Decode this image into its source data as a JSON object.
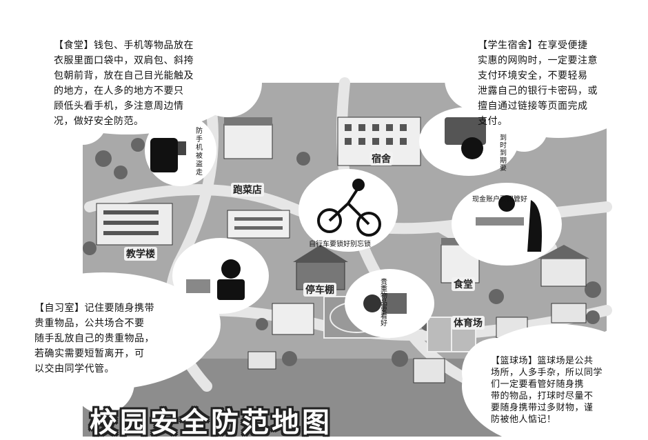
{
  "title": "校园安全防范地图",
  "tips": {
    "canteen": "【食堂】钱包、手机等物品放在衣服里面口袋中，双肩包、斜挎包朝前背，放在自己目光能触及的地方，在人多的地方不要只顾低头看手机，多注意周边情况，做好安全防范。",
    "dorm": "【学生宿舍】在享受便捷实惠的网购时，一定要注意支付环境安全，不要轻易泄露自己的银行卡密码，或擅自通过链接等页面完成支付。",
    "study_room": "【自习室】记住要随身携带贵重物品，公共场合不要随手乱放自己的贵重物品，若确实需要短暂离开，可以交由同学代管。",
    "court": "【篮球场】篮球场是公共场所，人多手杂，所以同学们一定要看管好随身携带的物品，打球时尽量不要随身携带过多财物，谨防被他人惦记！"
  },
  "tip_lines": {
    "canteen": [
      "【食堂】钱包、手机等物品放在",
      "衣服里面口袋中，双肩包、斜挎",
      "包朝前背，放在自己目光能触及",
      "的地方，在人多的地方不要只",
      "顾低头看手机，多注意周边情",
      "况，做好安全防范。"
    ],
    "dorm": [
      "【学生宿舍】在享受便捷",
      "实惠的网购时，一定要注意",
      "支付环境安全，不要轻易",
      "泄露自己的银行卡密码，或",
      "擅自通过链接等页面完成",
      "支付。"
    ],
    "study_room": [
      "【自习室】记住要随身携带",
      "贵重物品，公共场合不要",
      "随手乱放自己的贵重物品，",
      "若确实需要短暂离开，可",
      "以交由同学代管。"
    ],
    "court": [
      "【篮球场】篮球场是公共",
      "场所，人多手杂，所以同学",
      "们一定要看管好随身携",
      "带的物品，打球时尽量不",
      "要随身携带过多财物，谨",
      "防被他人惦记！"
    ]
  },
  "map_labels": {
    "dorm": "宿舍",
    "grocery": "跑菜店",
    "teaching": "教学楼",
    "canteen": "食堂",
    "bike_shed": "停车棚",
    "gym": "体育场"
  },
  "hand_notes": {
    "phone": "防手机被盗走",
    "bike": "自行车要锁好别忘锁",
    "card": "现金账户要保管好",
    "login": "到时到期要",
    "court": "贵重物品要看好"
  }
}
